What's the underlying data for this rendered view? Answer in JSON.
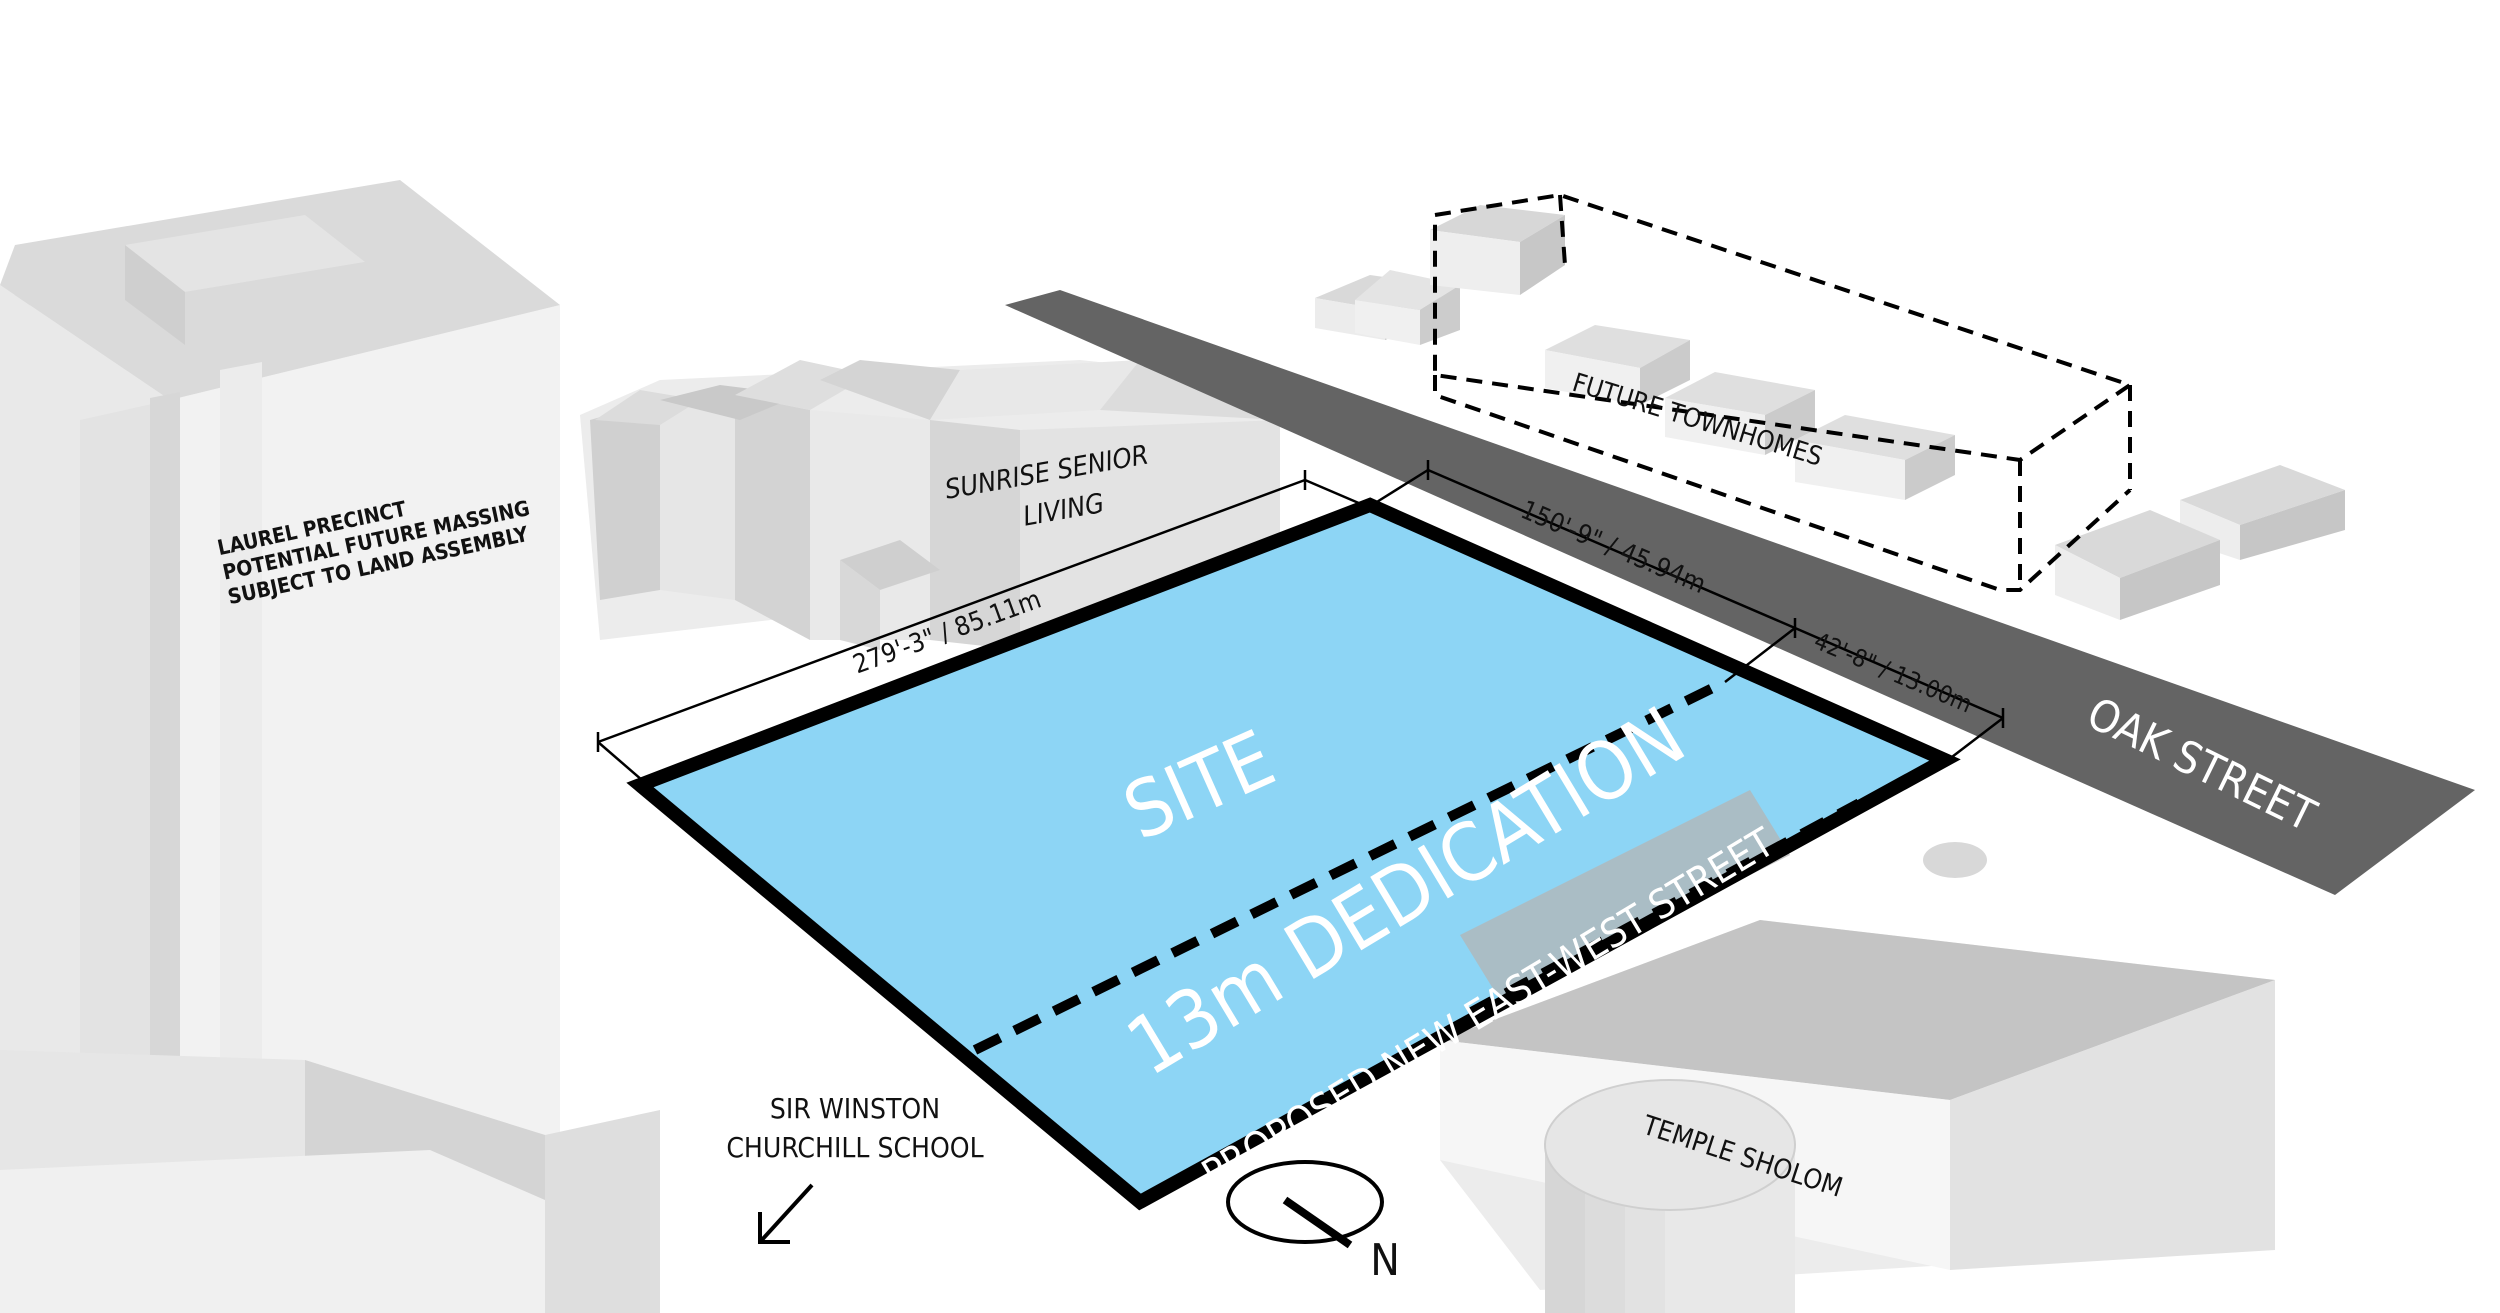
{
  "labels": {
    "laurel_line1": "LAUREL PRECINCT",
    "laurel_line2": "POTENTIAL FUTURE MASSING",
    "laurel_line3": "SUBJECT TO LAND ASSEMBLY",
    "sunrise_line1": "SUNRISE SENIOR",
    "sunrise_line2": "LIVING",
    "future_townhomes": "FUTURE TOWNHOMES",
    "oak_street": "OAK STREET",
    "site": "SITE",
    "dedication": "13m DEDICATION",
    "proposed_street": "PROPOSED NEW EAST-WEST STREET",
    "school_line1": "SIR WINSTON",
    "school_line2": "CHURCHILL SCHOOL",
    "temple": "TEMPLE SHOLOM",
    "north": "N"
  },
  "dimensions": {
    "long_side": "279'-3\" / 85.11m",
    "short_side": "150'-9\" / 45.94m",
    "dedication_width": "42'-8\" / 13.00m"
  },
  "colors": {
    "site_fill": "#8dd5f5",
    "road": "#646464",
    "building_light": "#ececec",
    "building_mid": "#dedede",
    "building_dark": "#c4c4c4",
    "outline": "#000000"
  }
}
